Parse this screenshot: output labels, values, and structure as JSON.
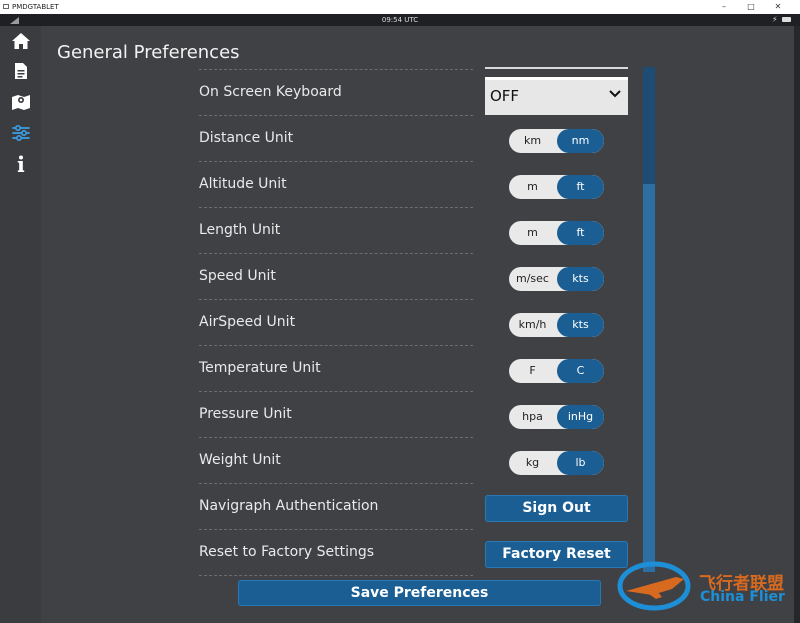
{
  "window": {
    "title": "PMDGTABLET",
    "controls": {
      "minimize": "–",
      "maximize": "□",
      "close": "✕"
    }
  },
  "statusbar": {
    "time": "09:54 UTC",
    "charging_icon": "bolt-icon",
    "signal_icon": "signal-icon",
    "battery_icon": "battery-icon"
  },
  "sidebar": {
    "items": [
      {
        "name": "home",
        "icon": "home-icon",
        "active": false
      },
      {
        "name": "document",
        "icon": "document-icon",
        "active": false
      },
      {
        "name": "map",
        "icon": "map-icon",
        "active": false
      },
      {
        "name": "settings",
        "icon": "sliders-icon",
        "active": true
      },
      {
        "name": "info",
        "icon": "info-icon",
        "active": false
      }
    ]
  },
  "page": {
    "title": "General Preferences"
  },
  "settings": {
    "keyboard": {
      "label": "On Screen Keyboard",
      "value": "OFF"
    },
    "distance": {
      "label": "Distance Unit",
      "left": "km",
      "right": "nm",
      "selected": "right"
    },
    "altitude": {
      "label": "Altitude Unit",
      "left": "m",
      "right": "ft",
      "selected": "right"
    },
    "length": {
      "label": "Length Unit",
      "left": "m",
      "right": "ft",
      "selected": "right"
    },
    "speed": {
      "label": "Speed Unit",
      "left": "m/sec",
      "right": "kts",
      "selected": "right"
    },
    "airspeed": {
      "label": "AirSpeed Unit",
      "left": "km/h",
      "right": "kts",
      "selected": "right"
    },
    "temperature": {
      "label": "Temperature Unit",
      "left": "F",
      "right": "C",
      "selected": "right"
    },
    "pressure": {
      "label": "Pressure Unit",
      "left": "hpa",
      "right": "inHg",
      "selected": "right"
    },
    "weight": {
      "label": "Weight Unit",
      "left": "kg",
      "right": "lb",
      "selected": "right"
    },
    "navigraph": {
      "label": "Navigraph Authentication",
      "button": "Sign Out"
    },
    "factory": {
      "label": "Reset to Factory Settings",
      "button": "Factory Reset"
    }
  },
  "actions": {
    "save": "Save Preferences"
  },
  "watermark": {
    "cn": "飞行者联盟",
    "en": "China Flier"
  },
  "colors": {
    "accent": "#1a5e93",
    "panel": "#3f4145",
    "sidebar": "#3a3c40",
    "active_icon": "#3aa0e8"
  }
}
